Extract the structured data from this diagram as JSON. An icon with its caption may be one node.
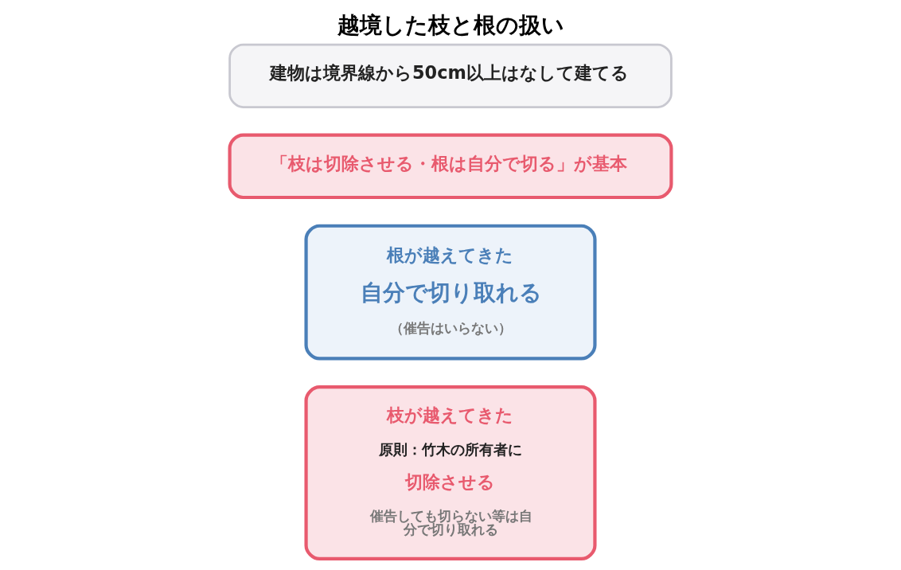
{
  "diagram": {
    "title": "越境した枝と根の扱い",
    "nodes": [
      {
        "text": [
          "枝が越えてきた",
          "原則：竹木の所有者に",
          "切除させる",
          "催告しても切らない等は自分で切り取れる"
        ]
      },
      {
        "text": [
          "根が越えてきた",
          "自分で切り取れる",
          "（催告はいらない）"
        ]
      },
      {
        "text": [
          "「枝は切除させる・根は自分で切る」が基本"
        ]
      },
      {
        "text": [
          "建物は境界線から50cm以上はなして建てる"
        ]
      }
    ],
    "edges": []
  }
}
